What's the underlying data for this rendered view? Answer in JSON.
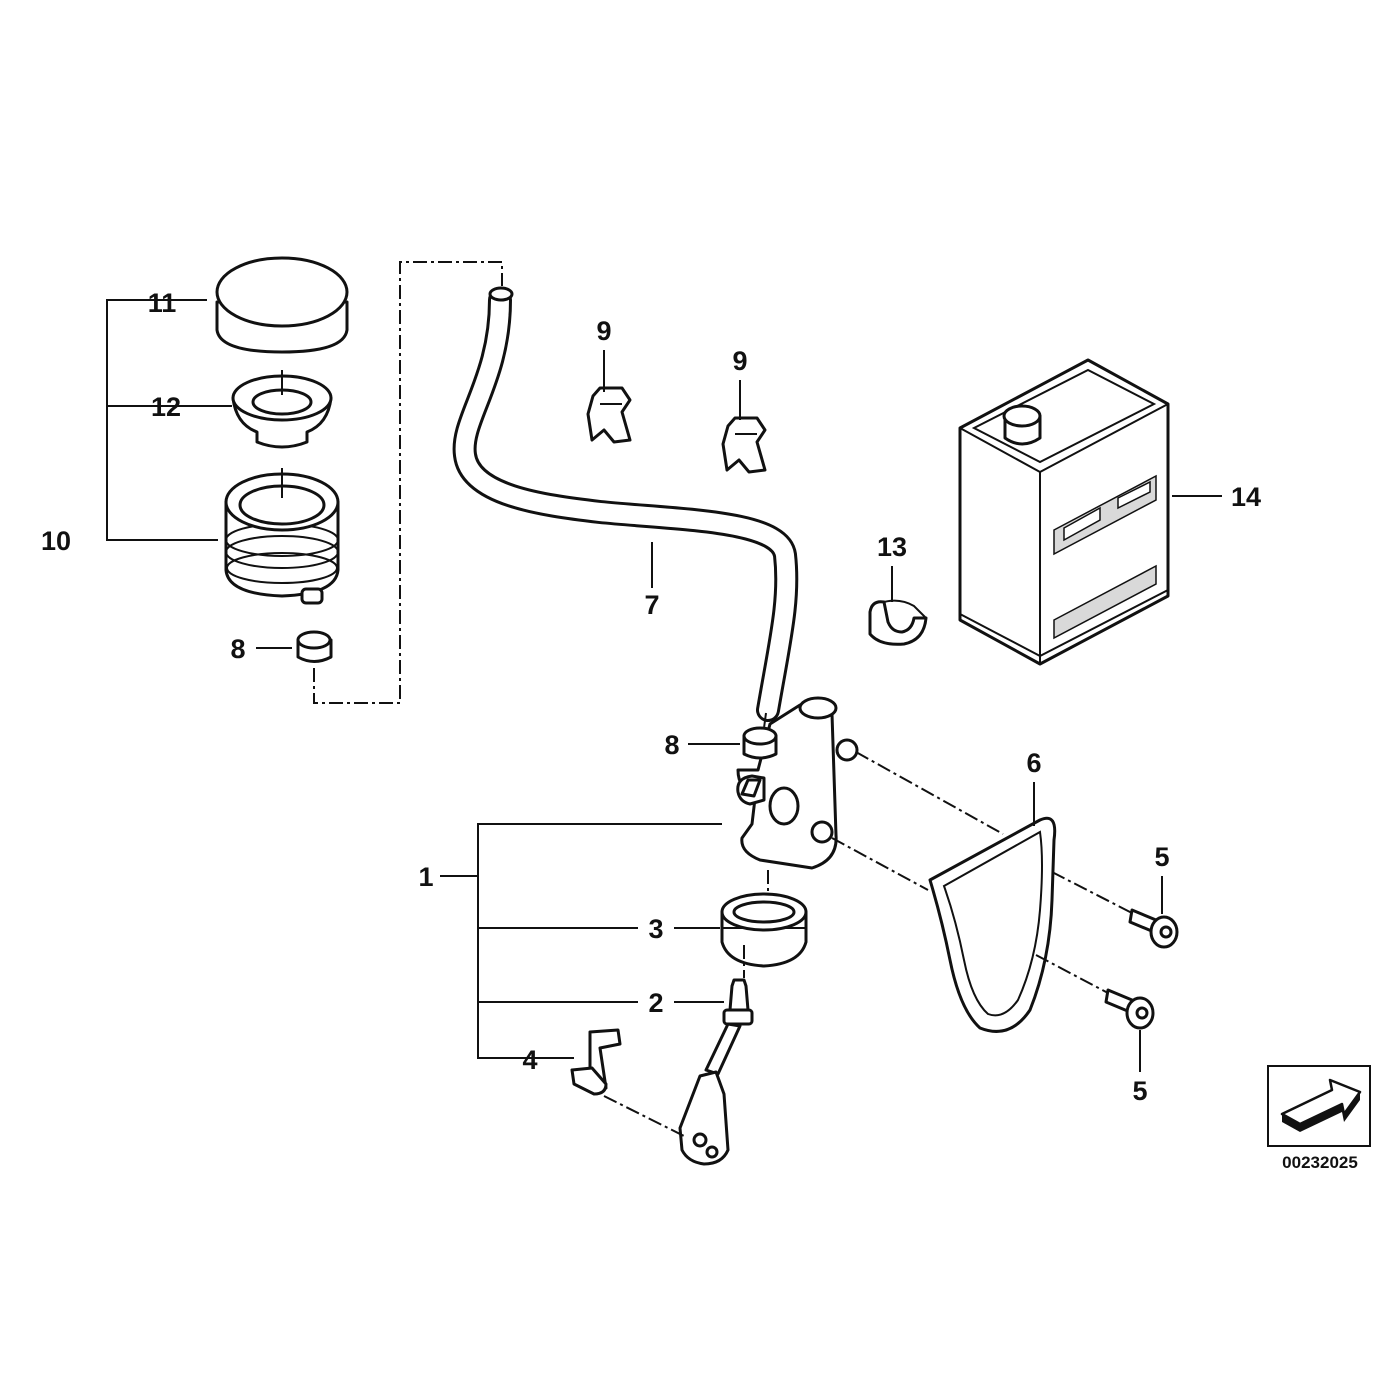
{
  "callouts": {
    "c1": "1",
    "c2": "2",
    "c3": "3",
    "c4": "4",
    "c5a": "5",
    "c5b": "5",
    "c6": "6",
    "c7": "7",
    "c8a": "8",
    "c8b": "8",
    "c9a": "9",
    "c9b": "9",
    "c10": "10",
    "c11": "11",
    "c12": "12",
    "c13": "13",
    "c14": "14"
  },
  "reference": "00232025",
  "icons": {
    "orientation": "arrow-icon"
  },
  "colors": {
    "line": "#111111",
    "background": "#ffffff",
    "can_fill": "#d9d9d9"
  }
}
